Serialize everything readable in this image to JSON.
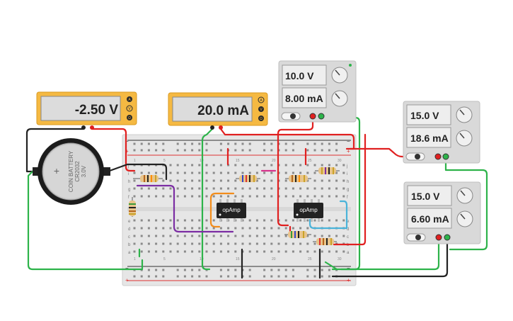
{
  "multimeters": [
    {
      "id": "mm-voltage",
      "reading": "-2.50 V"
    },
    {
      "id": "mm-current",
      "reading": "20.0 mA"
    }
  ],
  "multimeter_modes": [
    "A",
    "V",
    "Ω"
  ],
  "power_supplies": [
    {
      "id": "ps-top",
      "voltage": "10.0 V",
      "current": "8.00 mA"
    },
    {
      "id": "ps-mid",
      "voltage": "15.0 V",
      "current": "18.6 mA"
    },
    {
      "id": "ps-bot",
      "voltage": "15.0 V",
      "current": "6.60 mA"
    }
  ],
  "battery": {
    "line1": "COIN BATTERY",
    "line2": "CR2032",
    "line3": "3.0V"
  },
  "opamps": [
    {
      "label": "opAmp"
    },
    {
      "label": "opAmp"
    }
  ],
  "breadboard": {
    "row_letters_top": [
      "j",
      "i",
      "h",
      "g",
      "f"
    ],
    "row_letters_bottom": [
      "e",
      "d",
      "c",
      "b",
      "a"
    ],
    "column_numbers": [
      "1",
      "5",
      "10",
      "15",
      "20",
      "25",
      "30"
    ],
    "rail_minus": "−",
    "rail_plus": "+"
  },
  "wire_colors": {
    "red": "#e02020",
    "black": "#222222",
    "green": "#2db34a",
    "purple": "#7b2da3",
    "orange": "#f28c1a",
    "magenta": "#d6338c",
    "cyan": "#4ab3d9"
  }
}
